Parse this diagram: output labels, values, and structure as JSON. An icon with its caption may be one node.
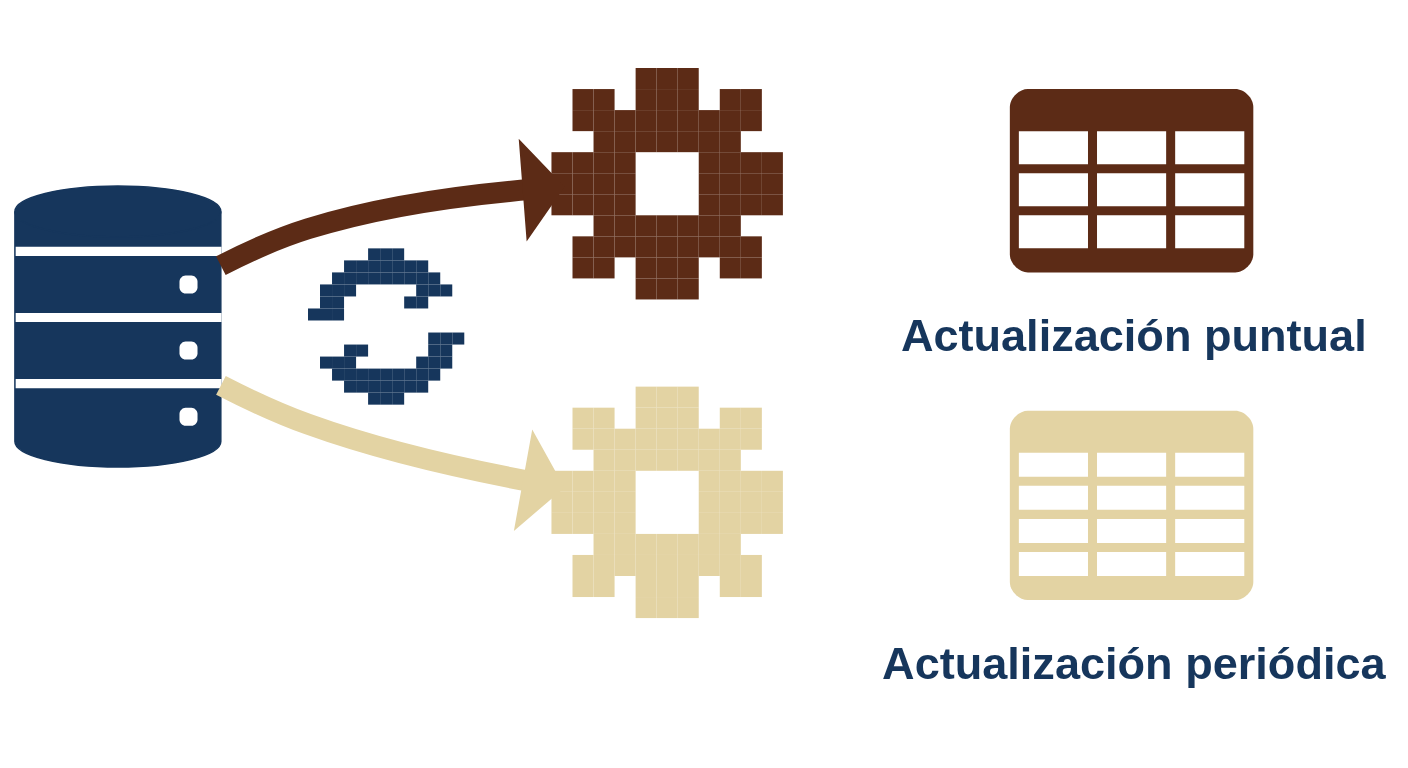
{
  "diagram": {
    "nodes": [
      {
        "text": [],
        "shape": "cylinder"
      },
      {
        "text": [],
        "shape": "picture"
      },
      {
        "text": [],
        "shape": "picture"
      },
      {
        "text": [],
        "shape": "picture"
      },
      {
        "text": [],
        "shape": "picture"
      },
      {
        "text": [],
        "shape": "picture"
      }
    ],
    "edges": [
      {
        "from": 0,
        "to": 1,
        "arrow": "to",
        "color": "#5c2b16"
      },
      {
        "from": 0,
        "to": 3,
        "arrow": "to",
        "color": "#e3d3a3"
      }
    ],
    "labels": [
      "Actualización puntual",
      "Actualización periódica"
    ]
  }
}
